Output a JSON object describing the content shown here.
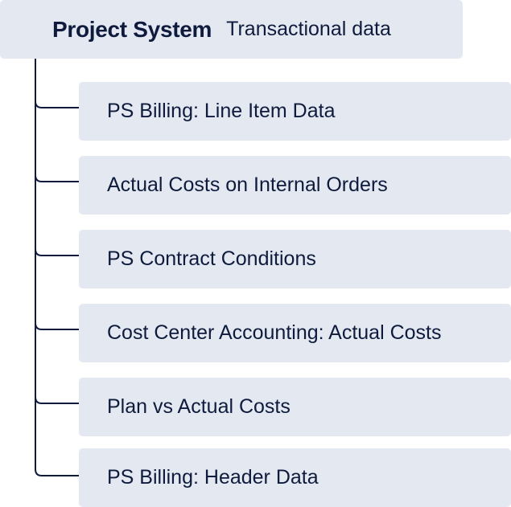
{
  "root": {
    "title": "Project System",
    "subtitle": "Transactional data"
  },
  "children": [
    {
      "label": "PS Billing: Line Item Data"
    },
    {
      "label": "Actual Costs on Internal Orders"
    },
    {
      "label": "PS Contract Conditions"
    },
    {
      "label": "Cost Center Accounting: Actual Costs"
    },
    {
      "label": "Plan vs Actual Costs"
    },
    {
      "label": "PS Billing: Header Data"
    }
  ],
  "colors": {
    "box_fill": "#e3e8f1",
    "text": "#0f1b3d",
    "connector": "#0f1b3d"
  }
}
